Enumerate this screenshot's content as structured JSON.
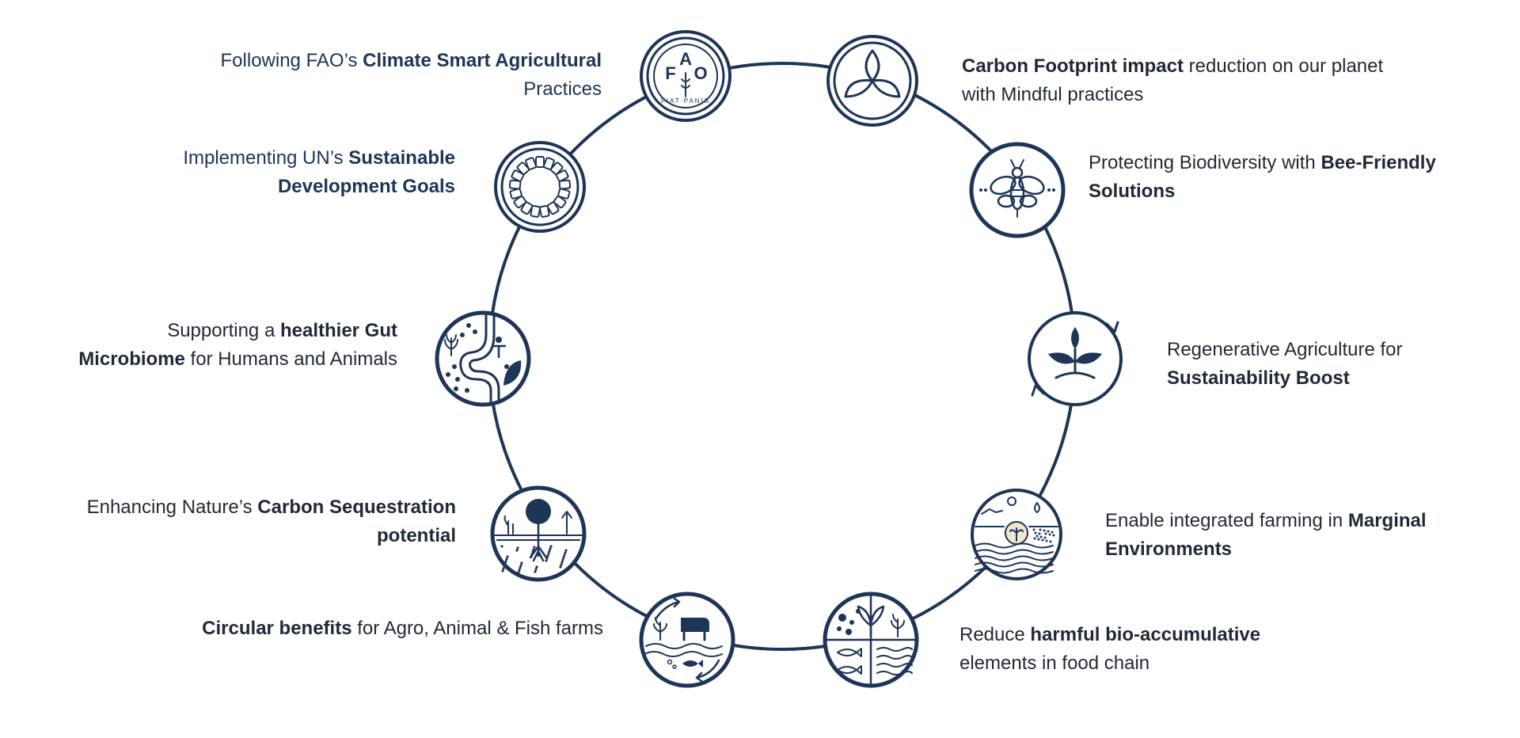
{
  "colors": {
    "ink": "#1d3557",
    "text": "#1f2937",
    "circle_fill": "#ffffff",
    "sun_accent": "#f2e6cf"
  },
  "items": [
    {
      "id": "fao",
      "icon": "fao-emblem-icon",
      "side": "left",
      "fao_letters": "FAO",
      "fao_motto": "FIAT PANIS",
      "parts": [
        {
          "t": "Following FAO’s "
        },
        {
          "t": "Climate Smart Agricultural",
          "b": true
        },
        {
          "t": " Practices"
        }
      ]
    },
    {
      "id": "sdg",
      "icon": "sdg-wheel-icon",
      "side": "left",
      "parts": [
        {
          "t": "Implementing UN’s "
        },
        {
          "t": "Sustainable Development Goals",
          "b": true
        }
      ]
    },
    {
      "id": "gut",
      "icon": "gut-microbiome-icon",
      "side": "left",
      "parts": [
        {
          "t": "Supporting a "
        },
        {
          "t": "healthier Gut Microbiome",
          "b": true
        },
        {
          "t": " for Humans and Animals"
        }
      ]
    },
    {
      "id": "carbon-seq",
      "icon": "carbon-sequestration-icon",
      "side": "left",
      "parts": [
        {
          "t": "Enhancing Nature’s "
        },
        {
          "t": "Carbon Sequestration potential",
          "b": true
        }
      ]
    },
    {
      "id": "circular",
      "icon": "circular-farm-icon",
      "side": "left",
      "parts": [
        {
          "t": "Circular benefits",
          "b": true
        },
        {
          "t": " for Agro, Animal & Fish farms"
        }
      ]
    },
    {
      "id": "carbon-footprint",
      "icon": "trefoil-leaf-icon",
      "side": "right",
      "parts": [
        {
          "t": "Carbon Footprint impact",
          "b": true
        },
        {
          "t": " reduction on our planet with Mindful practices"
        }
      ]
    },
    {
      "id": "bee",
      "icon": "bee-icon",
      "side": "right",
      "parts": [
        {
          "t": "Protecting Biodiversity with "
        },
        {
          "t": "Bee-Friendly Solutions",
          "b": true
        }
      ]
    },
    {
      "id": "regen",
      "icon": "sprout-cycle-icon",
      "side": "right",
      "parts": [
        {
          "t": "Regenerative Agriculture for "
        },
        {
          "t": "Sustainability Boost",
          "b": true
        }
      ]
    },
    {
      "id": "marginal",
      "icon": "marginal-environment-icon",
      "side": "right",
      "parts": [
        {
          "t": "Enable integrated farming in "
        },
        {
          "t": "Marginal Environments",
          "b": true
        }
      ]
    },
    {
      "id": "bioaccum",
      "icon": "food-chain-icon",
      "side": "right",
      "parts": [
        {
          "t": "Reduce "
        },
        {
          "t": "harmful bio-accumulative",
          "b": true
        },
        {
          "t": " elements in food chain"
        }
      ]
    }
  ]
}
